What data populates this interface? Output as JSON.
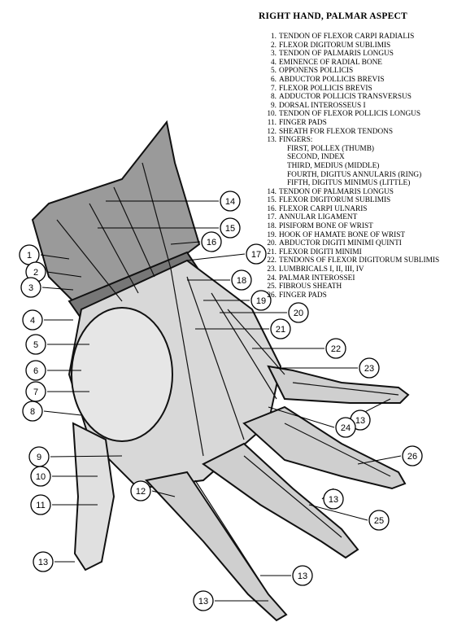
{
  "title": "RIGHT HAND, PALMAR ASPECT",
  "legend": [
    {
      "n": "1.",
      "label": "TENDON OF FLEXOR CARPI RADIALIS"
    },
    {
      "n": "2.",
      "label": "FLEXOR DIGITORUM SUBLIMIS"
    },
    {
      "n": "3.",
      "label": "TENDON OF PALMARIS LONGUS"
    },
    {
      "n": "4.",
      "label": "EMINENCE OF RADIAL BONE"
    },
    {
      "n": "5.",
      "label": "OPPONENS POLLICIS"
    },
    {
      "n": "6.",
      "label": "ABDUCTOR POLLICIS BREVIS"
    },
    {
      "n": "7.",
      "label": "FLEXOR POLLICIS BREVIS"
    },
    {
      "n": "8.",
      "label": "ADDUCTOR POLLICIS TRANSVERSUS"
    },
    {
      "n": "9.",
      "label": "DORSAL INTEROSSEUS I"
    },
    {
      "n": "10.",
      "label": "TENDON OF FLEXOR POLLICIS LONGUS"
    },
    {
      "n": "11.",
      "label": "FINGER PADS"
    },
    {
      "n": "12.",
      "label": "SHEATH FOR FLEXOR TENDONS"
    },
    {
      "n": "13.",
      "label": "FINGERS:",
      "sub": [
        "FIRST, POLLEX (THUMB)",
        "SECOND, INDEX",
        "THIRD, MEDIUS (MIDDLE)",
        "FOURTH, DIGITUS ANNULARIS (RING)",
        "FIFTH, DIGITUS MINIMUS (LITTLE)"
      ]
    },
    {
      "n": "14.",
      "label": "TENDON OF PALMARIS LONGUS"
    },
    {
      "n": "15.",
      "label": "FLEXOR DIGITORUM SUBLIMIS"
    },
    {
      "n": "16.",
      "label": "FLEXOR CARPI ULNARIS"
    },
    {
      "n": "17.",
      "label": "ANNULAR LIGAMENT"
    },
    {
      "n": "18.",
      "label": "PISIFORM BONE OF WRIST"
    },
    {
      "n": "19.",
      "label": "HOOK OF HAMATE BONE OF WRIST"
    },
    {
      "n": "20.",
      "label": "ABDUCTOR DIGITI MINIMI QUINTI"
    },
    {
      "n": "21.",
      "label": "FLEXOR DIGITI MINIMI"
    },
    {
      "n": "22.",
      "label": "TENDONS OF FLEXOR DIGITORUM SUBLIMIS"
    },
    {
      "n": "23.",
      "label": "LUMBRICALS I, II, III, IV"
    },
    {
      "n": "24.",
      "label": "PALMAR INTEROSSEI"
    },
    {
      "n": "25.",
      "label": "FIBROUS SHEATH"
    },
    {
      "n": "26.",
      "label": "FINGER PADS"
    }
  ],
  "callouts": [
    "1",
    "2",
    "3",
    "4",
    "5",
    "6",
    "7",
    "8",
    "9",
    "10",
    "11",
    "12",
    "13",
    "13",
    "13",
    "13",
    "13",
    "14",
    "15",
    "16",
    "17",
    "18",
    "19",
    "20",
    "21",
    "22",
    "23",
    "24",
    "25",
    "26"
  ]
}
